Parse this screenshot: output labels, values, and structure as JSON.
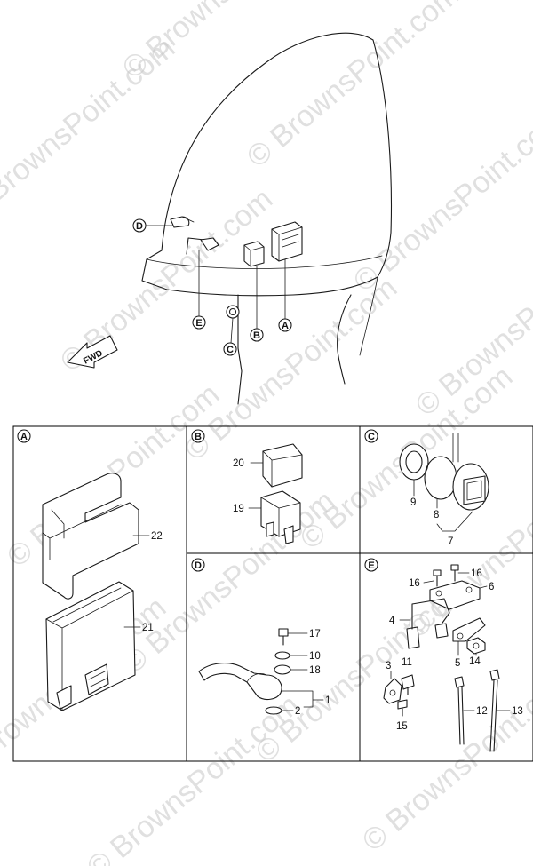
{
  "watermark": "© BrownsPoint.com",
  "fwd_label": "FWD",
  "callouts": {
    "A": "A",
    "B": "B",
    "C": "C",
    "D": "D",
    "E": "E"
  },
  "parts": {
    "p1": "1",
    "p2": "2",
    "p3": "3",
    "p4": "4",
    "p5": "5",
    "p6": "6",
    "p7": "7",
    "p8": "8",
    "p9": "9",
    "p10": "10",
    "p11": "11",
    "p12": "12",
    "p13": "13",
    "p14": "14",
    "p15": "15",
    "p16a": "16",
    "p16b": "16",
    "p17": "17",
    "p18": "18",
    "p19": "19",
    "p20": "20",
    "p21": "21",
    "p22": "22"
  }
}
